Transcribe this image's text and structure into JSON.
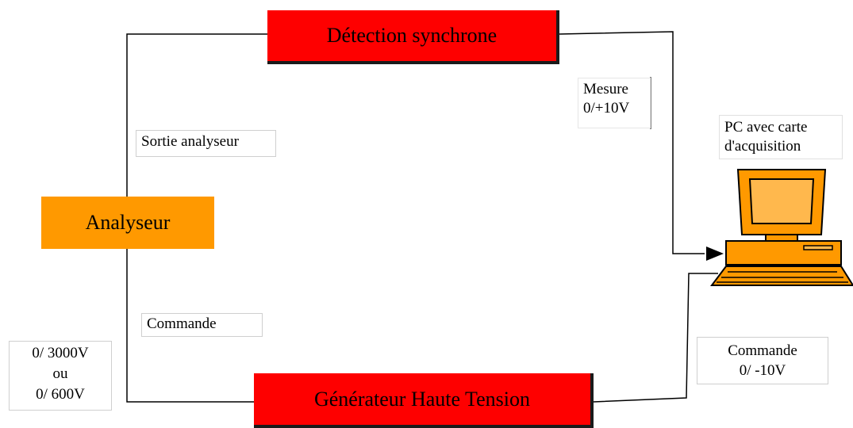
{
  "diagram": {
    "nodes": {
      "detection": {
        "label": "Détection synchrone"
      },
      "analyseur": {
        "label": "Analyseur"
      },
      "generateur": {
        "label": "Générateur Haute Tension"
      },
      "pc": {
        "label_lines": [
          "PC avec carte",
          "d'acquisition"
        ]
      }
    },
    "annotations": {
      "mesure": {
        "lines": [
          "Mesure",
          "0/+10V"
        ]
      },
      "sortie_analyseur": {
        "text": "Sortie analyseur"
      },
      "commande_left": {
        "text": "Commande"
      },
      "voltage_range": {
        "lines": [
          "0/ 3000V",
          "ou",
          "0/ 600V"
        ]
      },
      "commande_right": {
        "lines": [
          "Commande",
          "0/ -10V"
        ]
      }
    },
    "colors": {
      "red_box": "#fe0000",
      "orange_box": "#ff9900",
      "line": "#000000"
    }
  }
}
